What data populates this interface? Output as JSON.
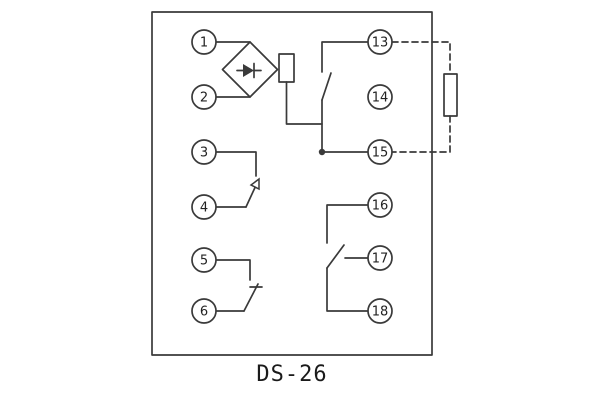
{
  "title": "DS-26",
  "colors": {
    "line": "#3a3a3a",
    "background": "#ffffff",
    "label_text": "#222222"
  },
  "terminals": {
    "left": [
      "1",
      "2",
      "3",
      "4",
      "5",
      "6"
    ],
    "right": [
      "13",
      "14",
      "15",
      "16",
      "17",
      "18"
    ]
  }
}
